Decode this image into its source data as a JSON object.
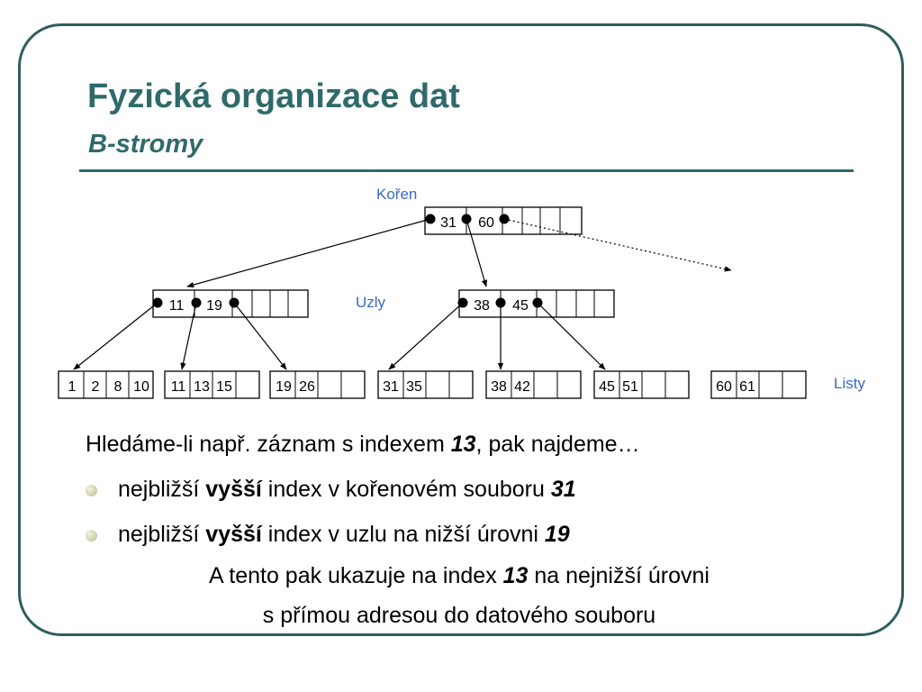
{
  "slide": {
    "title": "Fyzická organizace dat",
    "subtitle": "B-stromy"
  },
  "diagram": {
    "labels": {
      "root": "Kořen",
      "nodes": "Uzly",
      "leaves": "Listy"
    },
    "root": {
      "keys": [
        "31",
        "60",
        "",
        "",
        ""
      ]
    },
    "inner_nodes": [
      {
        "keys": [
          "11",
          "19",
          "",
          "",
          ""
        ]
      },
      {
        "keys": [
          "38",
          "45",
          "",
          "",
          ""
        ]
      }
    ],
    "leaves": [
      {
        "keys": [
          "1",
          "2",
          "8",
          "10"
        ]
      },
      {
        "keys": [
          "11",
          "13",
          "15",
          ""
        ]
      },
      {
        "keys": [
          "19",
          "26",
          "",
          ""
        ]
      },
      {
        "keys": [
          "31",
          "35",
          "",
          ""
        ]
      },
      {
        "keys": [
          "38",
          "42",
          "",
          ""
        ]
      },
      {
        "keys": [
          "45",
          "51",
          "",
          ""
        ]
      },
      {
        "keys": [
          "60",
          "61",
          "",
          ""
        ]
      }
    ],
    "colors": {
      "lines": "#000000",
      "label": "#3a6ac8"
    }
  },
  "text": {
    "intro": {
      "a": "Hledáme-li např. záznam s indexem ",
      "b": "13",
      "c": ", pak najdeme…"
    },
    "bullets": [
      {
        "a": "nejbližší ",
        "b": "vyšší",
        "c": " index v kořenovém souboru ",
        "d": "31"
      },
      {
        "a": "nejbližší ",
        "b": "vyšší",
        "c": " index v uzlu na nižší úrovni ",
        "d": "19"
      }
    ],
    "conclusion": {
      "a": "A tento pak ukazuje na index ",
      "b": "13",
      "c": " na nejnižší úrovni",
      "line2": "s přímou adresou do datového souboru"
    }
  }
}
